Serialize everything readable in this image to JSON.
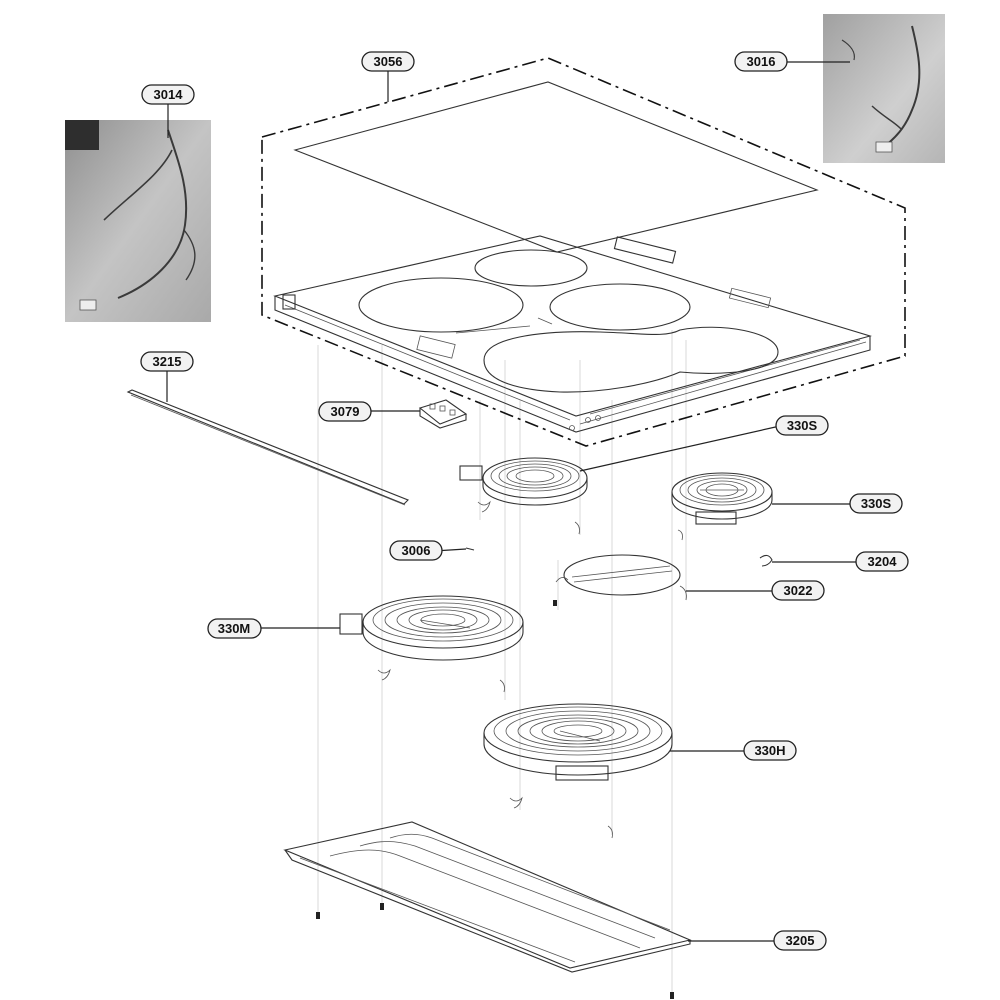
{
  "diagram": {
    "labels": {
      "p3056": "3056",
      "p3016": "3016",
      "p3014": "3014",
      "p3215": "3215",
      "p3079": "3079",
      "p330S_a": "330S",
      "p330S_b": "330S",
      "p3006": "3006",
      "p3204": "3204",
      "p3022": "3022",
      "p330M": "330M",
      "p330H": "330H",
      "p3205": "3205"
    },
    "colors": {
      "line": "#333333",
      "photo_background": "#bdbdbd",
      "label_fill": "#f2f2f2"
    },
    "icons": {
      "wire_harness_photo_3014": "wire-harness-photo",
      "wire_harness_photo_3016": "wire-harness-photo"
    }
  }
}
